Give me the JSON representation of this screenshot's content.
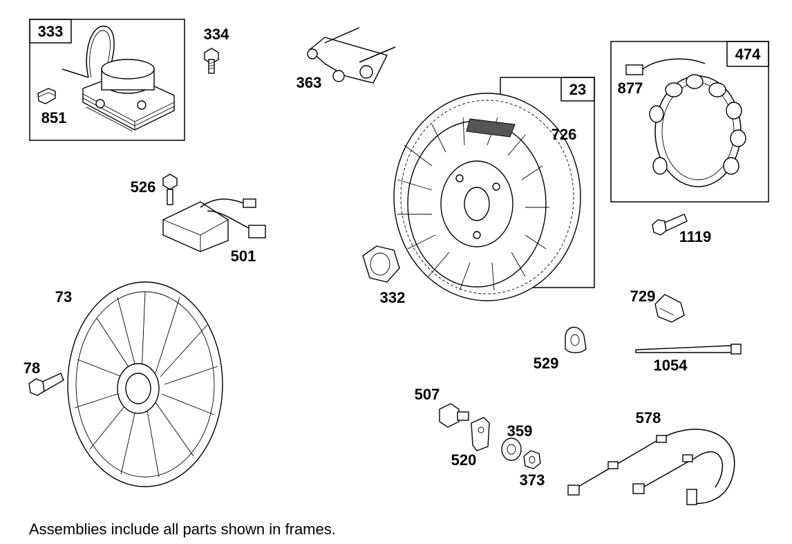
{
  "frames": [
    {
      "id": "f333",
      "label": "333"
    },
    {
      "id": "f23",
      "label": "23"
    },
    {
      "id": "f474",
      "label": "474"
    }
  ],
  "parts": {
    "p334": "334",
    "p363": "363",
    "p851": "851",
    "p726": "726",
    "p877": "877",
    "p526": "526",
    "p501": "501",
    "p1119": "1119",
    "p332": "332",
    "p73": "73",
    "p729": "729",
    "p529": "529",
    "p1054": "1054",
    "p78": "78",
    "p507": "507",
    "p578": "578",
    "p359": "359",
    "p520": "520",
    "p373": "373"
  },
  "footer": "Assemblies include all parts shown in frames."
}
